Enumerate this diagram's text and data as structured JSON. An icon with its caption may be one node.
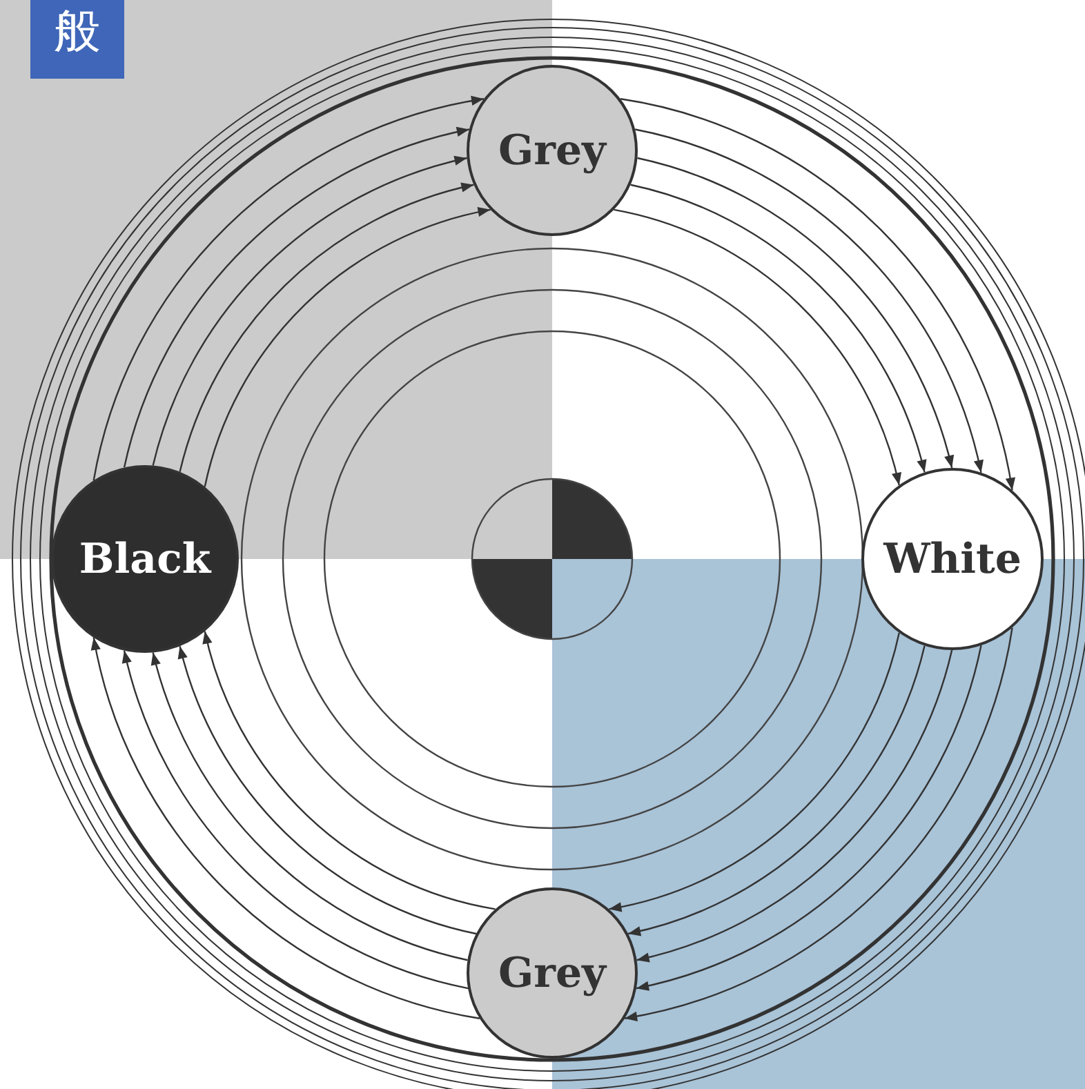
{
  "diagram": {
    "nodes": [
      {
        "text": [
          "Grey"
        ]
      },
      {
        "text": [
          "White"
        ]
      },
      {
        "text": [
          "Grey"
        ]
      },
      {
        "text": [
          "Black"
        ]
      }
    ],
    "edges": [
      {
        "from": 3,
        "to": 0,
        "arrow": "to"
      },
      {
        "from": 3,
        "to": 0,
        "arrow": "to"
      },
      {
        "from": 3,
        "to": 0,
        "arrow": "to"
      },
      {
        "from": 3,
        "to": 0,
        "arrow": "to"
      },
      {
        "from": 3,
        "to": 0,
        "arrow": "to"
      },
      {
        "from": 0,
        "to": 1,
        "arrow": "to"
      },
      {
        "from": 0,
        "to": 1,
        "arrow": "to"
      },
      {
        "from": 0,
        "to": 1,
        "arrow": "to"
      },
      {
        "from": 0,
        "to": 1,
        "arrow": "to"
      },
      {
        "from": 0,
        "to": 1,
        "arrow": "to"
      },
      {
        "from": 1,
        "to": 2,
        "arrow": "to"
      },
      {
        "from": 1,
        "to": 2,
        "arrow": "to"
      },
      {
        "from": 1,
        "to": 2,
        "arrow": "to"
      },
      {
        "from": 1,
        "to": 2,
        "arrow": "to"
      },
      {
        "from": 1,
        "to": 2,
        "arrow": "to"
      },
      {
        "from": 2,
        "to": 3,
        "arrow": "to"
      },
      {
        "from": 2,
        "to": 3,
        "arrow": "to"
      },
      {
        "from": 2,
        "to": 3,
        "arrow": "to"
      },
      {
        "from": 2,
        "to": 3,
        "arrow": "to"
      },
      {
        "from": 2,
        "to": 3,
        "arrow": "to"
      }
    ],
    "labels": [
      "般"
    ]
  }
}
